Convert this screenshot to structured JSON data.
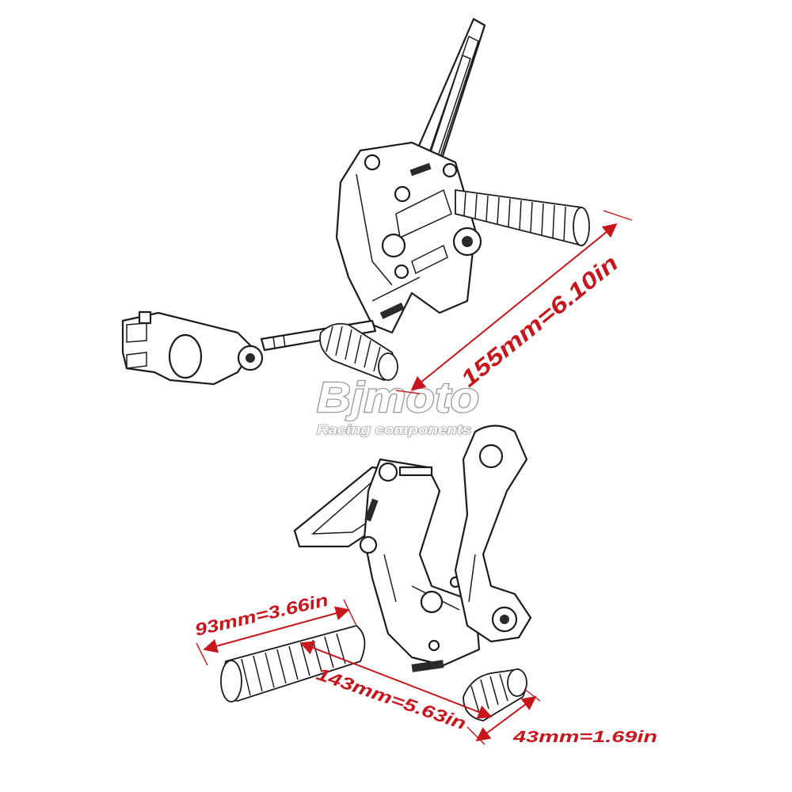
{
  "brand": {
    "name": "Bjmoto",
    "tagline": "Racing components"
  },
  "colors": {
    "dimension": "#c8161d",
    "outline": "#1c1c1c",
    "logo_stroke": "#9a9a9a"
  },
  "dimensions": [
    {
      "id": "overall_height",
      "label": "155mm=6.10in"
    },
    {
      "id": "peg_length",
      "label": "93mm=3.66in"
    },
    {
      "id": "peg_span",
      "label": "143mm=5.63in"
    },
    {
      "id": "peg_offset",
      "label": "43mm=1.69in"
    }
  ]
}
